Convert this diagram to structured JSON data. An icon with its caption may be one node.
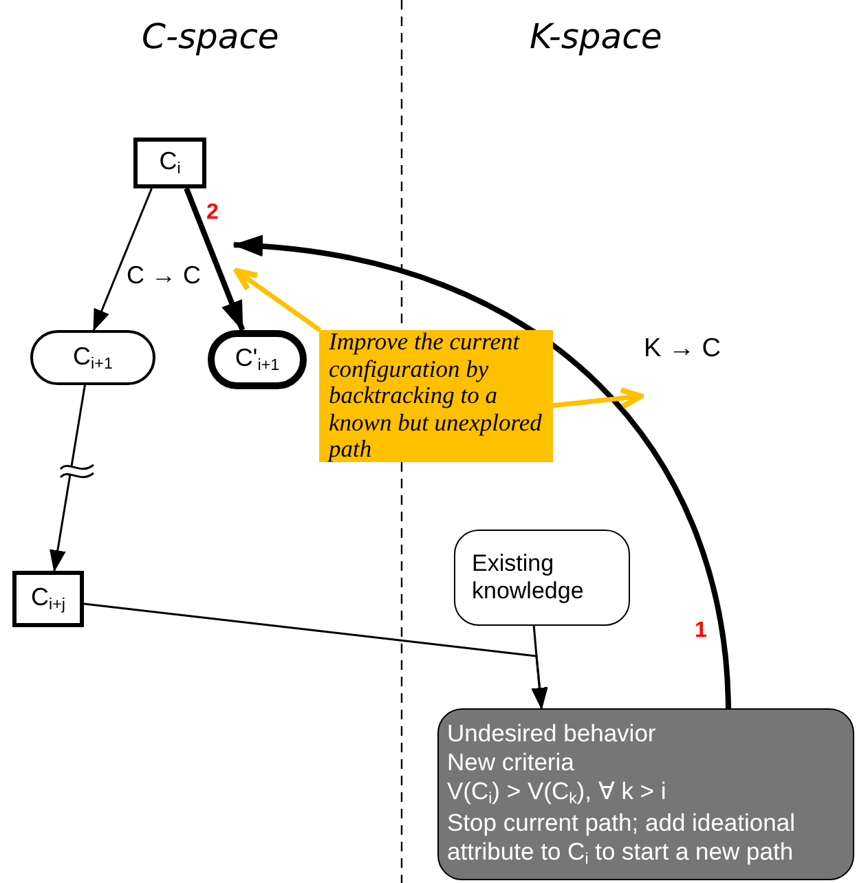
{
  "diagram": {
    "nodes": [
      {
        "text": [
          "C$_{i}$"
        ]
      },
      {
        "text": [
          "C$_{i+1}$"
        ]
      },
      {
        "text": [
          "C'$_{i+1}$"
        ]
      },
      {
        "text": [
          "C$_{i+j}$"
        ]
      },
      {
        "text": [
          "Existing knowledge"
        ]
      },
      {
        "text": [
          "Undesired behavior",
          "New criteria",
          "V(C$_{i}$) > V(C$_{k}$), ∀ k > i",
          "Stop current path; add ideational attribute to C$_{i}$ to start a new path"
        ]
      },
      {
        "text": [
          "Improve the current configuration by backtracking to a known but unexplored path"
        ]
      }
    ],
    "edges": [
      {
        "from": 0,
        "to": 1,
        "arrow": "to"
      },
      {
        "from": 0,
        "to": 2,
        "arrow": "to",
        "style": "thick"
      },
      {
        "from": 1,
        "to": 3,
        "arrow": "to"
      },
      {
        "from": 3,
        "to": 5,
        "arrow": "to"
      },
      {
        "from": 4,
        "to": 5,
        "arrow": "to"
      },
      {
        "from": 5,
        "to": null,
        "arrow": "to",
        "style": "thick"
      },
      {
        "from": 6,
        "to": null,
        "arrow": "to",
        "style": "thick",
        "color": "#ffc000"
      },
      {
        "from": 6,
        "to": null,
        "arrow": "to",
        "style": "thick",
        "color": "#ffc000"
      }
    ],
    "labels": [
      "C-space",
      "K-space",
      "2",
      "C → C",
      "K → C",
      "1"
    ]
  }
}
